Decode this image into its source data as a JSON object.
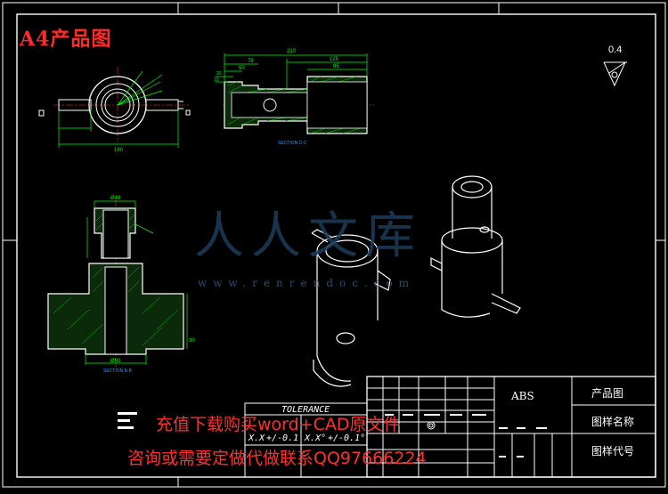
{
  "drawing_title": "A4产品图",
  "watermark": {
    "site_chars": "人人文库",
    "site_url": "www.renrendoc.com"
  },
  "promo": {
    "line1": "充值下载购买word+CAD原文件",
    "line2": "咨询或需要定做代做联系QQ97666224"
  },
  "roughness": {
    "value": "0.4"
  },
  "title_block": {
    "material": "ABS",
    "product_label": "产品图",
    "drawing_name_label": "图样名称",
    "drawing_code_label": "图样代号"
  },
  "tolerance": {
    "header": "TOLERANCE",
    "row1_left_fmt": "X.X",
    "row1_left_val": "+/-0.1",
    "row1_right_fmt": "X.X°",
    "row1_right_val": "+/-0.1°"
  },
  "top_view": {
    "dim_width": "180"
  },
  "side_section": {
    "dim_total": "210",
    "dim_125": "125",
    "dim_85": "85",
    "dim_78": "78",
    "dim_50": "50",
    "dim_20": "20",
    "dim_10": "10",
    "label": "SECTION C-C"
  },
  "front_section": {
    "dim_top": "Ø48",
    "dim_bottom": "Ø60",
    "dim_right": "30",
    "label": "SECTION B-B"
  },
  "colors": {
    "outline": "#ffffff",
    "dimension": "#00ff00",
    "hatch": "#00cc00",
    "center_line": "#ff3030",
    "accent": "#ffff00",
    "title_red": "#ff2a2a",
    "watermark": "#1e3c5a"
  }
}
